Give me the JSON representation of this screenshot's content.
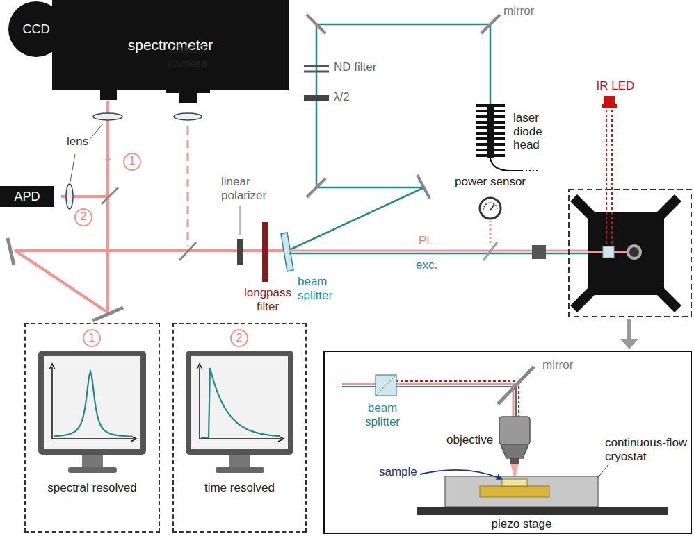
{
  "diagram": {
    "nodes": [
      {
        "text": [
          "CCD"
        ]
      },
      {
        "text": [
          "spectrometer"
        ]
      },
      {
        "text": [
          "APD"
        ]
      },
      {
        "text": [
          "1",
          "spectral resolved"
        ]
      },
      {
        "text": [
          "2",
          "time resolved"
        ]
      }
    ],
    "labels": [
      "lens",
      "1",
      "2",
      "CMOS camera",
      "linear polarizer",
      "longpass filter",
      "beam splitter",
      "mirror",
      "ND filter",
      "λ/2",
      "laser diode head",
      "power sensor",
      "IR LED",
      "PL",
      "exc.",
      "beam splitter",
      "mirror",
      "objective",
      "sample",
      "continuous-flow cryostat",
      "piezo stage"
    ]
  }
}
